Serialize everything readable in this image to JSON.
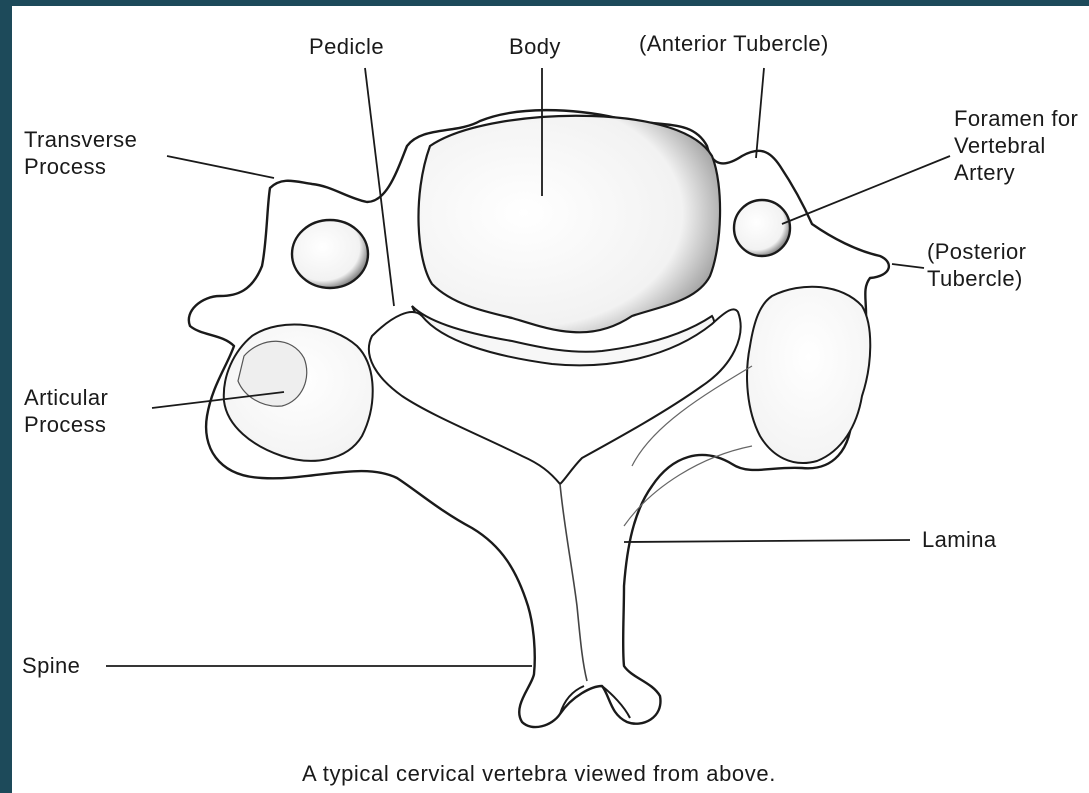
{
  "colors": {
    "border": "#1d4a5a",
    "background": "#ffffff",
    "ink": "#1a1a1a"
  },
  "labels": {
    "pedicle": "Pedicle",
    "body": "Body",
    "anterior_tubercle": "(Anterior Tubercle)",
    "transverse_process": [
      "Transverse",
      "Process"
    ],
    "foramen_vertebral_artery": [
      "Foramen for",
      "Vertebral",
      "Artery"
    ],
    "posterior_tubercle": [
      "(Posterior",
      "Tubercle)"
    ],
    "articular_process": [
      "Articular",
      "Process"
    ],
    "lamina": "Lamina",
    "spine": "Spine"
  },
  "caption": "A typical cervical vertebra viewed from above."
}
